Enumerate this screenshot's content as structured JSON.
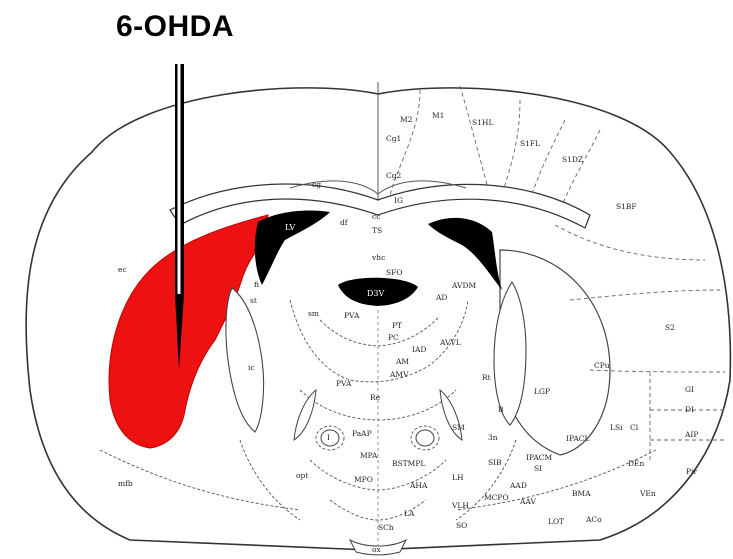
{
  "title": "6-OHDA",
  "colors": {
    "lesion": "#ee1111",
    "ventricle": "#000000",
    "outline": "#333333",
    "syringe": "#000000"
  },
  "labels": {
    "m2": "M2",
    "m1": "M1",
    "s1hl": "S1HL",
    "cg1": "Cg1",
    "s1fl": "S1FL",
    "s1dz": "S1DZ",
    "cg2": "Cg2",
    "ig": "IG",
    "cg": "cg",
    "s1bf": "S1BF",
    "cc": "cc",
    "ts": "TS",
    "df": "df",
    "lv": "LV",
    "vhc": "vhc",
    "sfo": "SFO",
    "ec": "ec",
    "f": "fi",
    "avdm": "AVDM",
    "d3v": "D3V",
    "ad": "AD",
    "st": "st",
    "sm": "sm",
    "pva": "PVA",
    "pt": "PT",
    "s2": "S2",
    "pc": "PC",
    "avvl": "AVVL",
    "iad": "IAD",
    "am": "AM",
    "ic": "ic",
    "amv": "AMV",
    "rt": "Rt",
    "lgp": "LGP",
    "cpu": "CPu",
    "pva2": "PVA",
    "re": "Re",
    "b": "B",
    "g1": "GI",
    "di": "DI",
    "sm2": "SM",
    "lsi": "LSi",
    "cl": "Cl",
    "aip": "AIP",
    "sth": "3n",
    "ipacl": "IPACL",
    "pacm": "IPACM",
    "den": "DEn",
    "pir": "Pir",
    "paap": "PaAP",
    "mpa": "MPA",
    "bstmpl": "BSTMPL",
    "sib": "SIB",
    "lh": "LH",
    "ventral": "SI",
    "ven": "VEn",
    "mpo": "MPO",
    "aha": "AHA",
    "ad2": "AAD",
    "ba": "BMA",
    "mcpo": "MCPO",
    "aav": "AAV",
    "vlh": "VLH",
    "la": "LA",
    "lot": "LOT",
    "aco": "ACo",
    "sch": "SCh",
    "so": "SO",
    "ox": "ox",
    "mfb": "mfb",
    "opt": "opt",
    "i": "I"
  }
}
